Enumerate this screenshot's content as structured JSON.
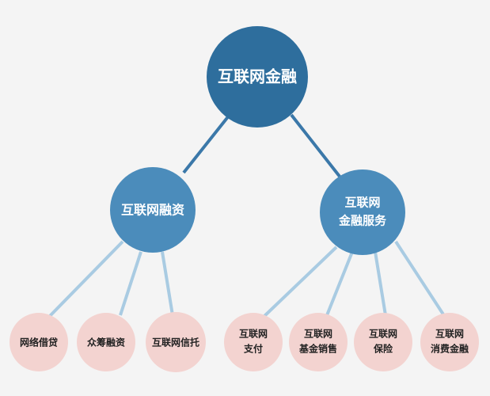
{
  "diagram": {
    "colors": {
      "background": "#f4f4f4",
      "root_fill": "#2e6e9d",
      "mid_fill": "#4b8cbb",
      "leaf_fill": "#f3d3d0",
      "edge_dark": "#3b78a9",
      "edge_light": "#a9cbe2",
      "label_light": "#ffffff",
      "label_dark": "#222222"
    },
    "root": {
      "label": "互联网金融"
    },
    "children": [
      {
        "label": "互联网融资",
        "children": [
          {
            "label": "网络借贷"
          },
          {
            "label": "众筹融资"
          },
          {
            "label": "互联网信托"
          }
        ]
      },
      {
        "label_lines": [
          "互联网",
          "金融服务"
        ],
        "children": [
          {
            "label_lines": [
              "互联网",
              "支付"
            ]
          },
          {
            "label_lines": [
              "互联网",
              "基金销售"
            ]
          },
          {
            "label_lines": [
              "互联网",
              "保险"
            ]
          },
          {
            "label_lines": [
              "互联网",
              "消费金融"
            ]
          }
        ]
      }
    ]
  }
}
